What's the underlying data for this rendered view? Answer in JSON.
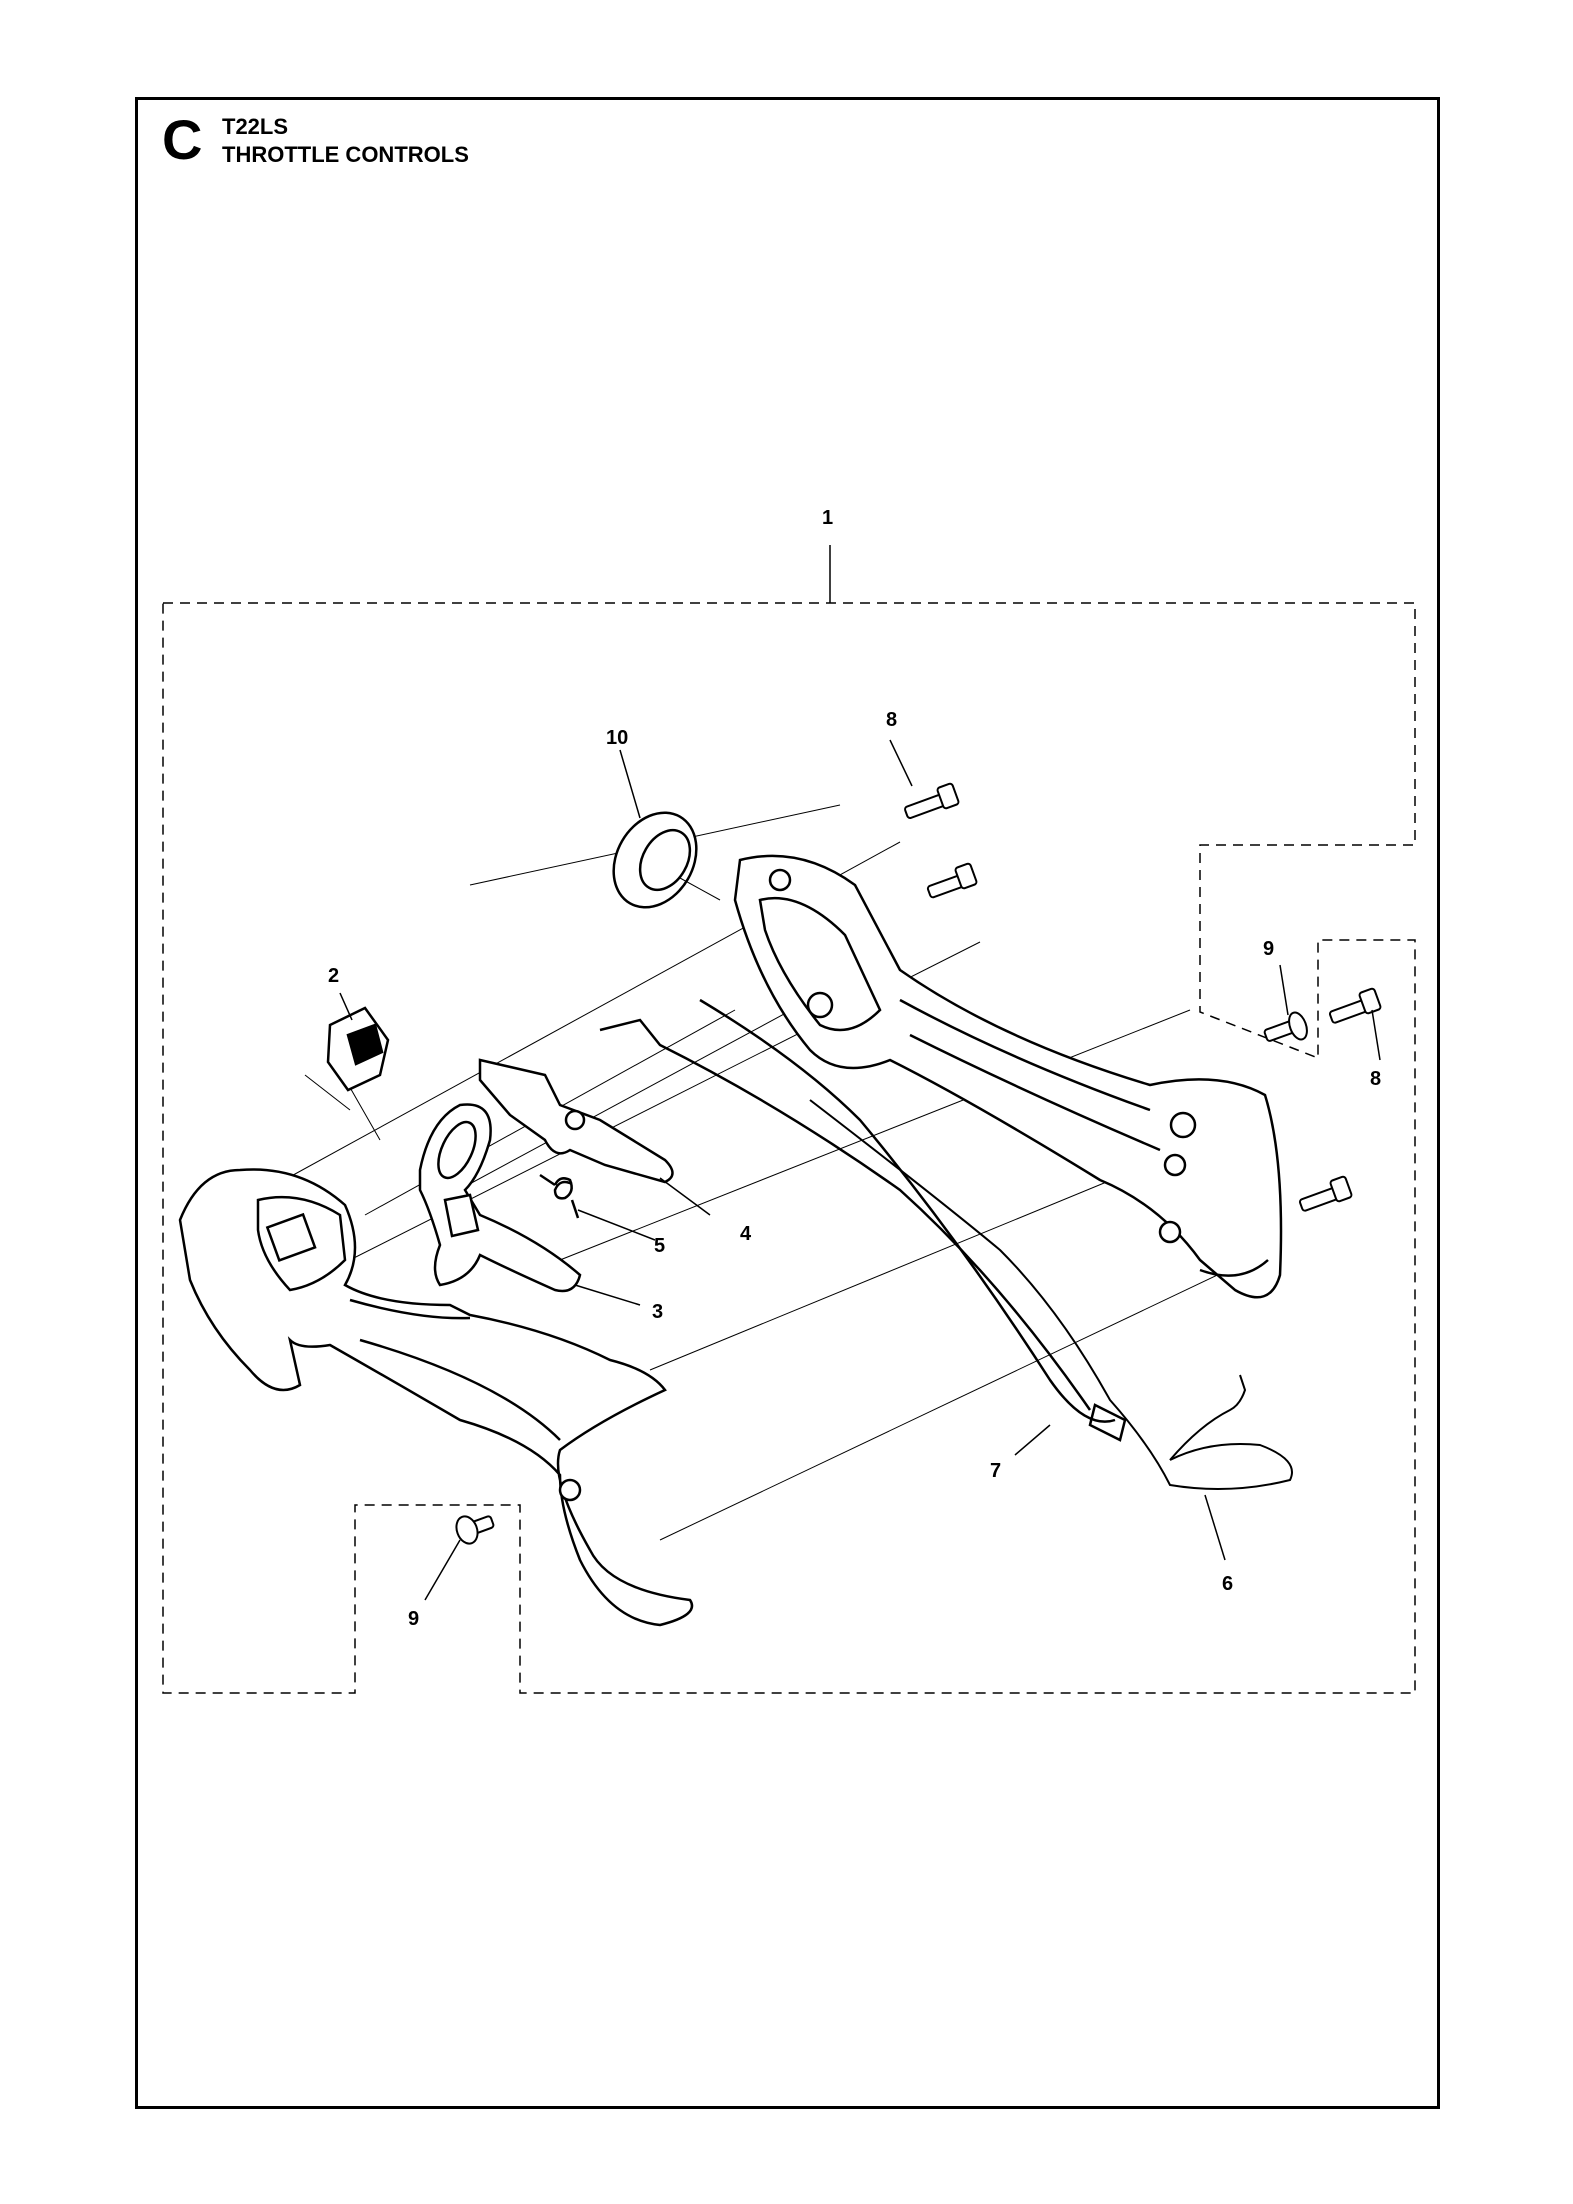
{
  "header": {
    "section_letter": "C",
    "model": "T22LS",
    "title": "THROTTLE CONTROLS"
  },
  "callouts": [
    {
      "id": "c1",
      "text": "1"
    },
    {
      "id": "c2",
      "text": "2"
    },
    {
      "id": "c3",
      "text": "3"
    },
    {
      "id": "c4",
      "text": "4"
    },
    {
      "id": "c5",
      "text": "5"
    },
    {
      "id": "c6",
      "text": "6"
    },
    {
      "id": "c7",
      "text": "7"
    },
    {
      "id": "c8a",
      "text": "8"
    },
    {
      "id": "c8b",
      "text": "8"
    },
    {
      "id": "c9a",
      "text": "9"
    },
    {
      "id": "c9b",
      "text": "9"
    },
    {
      "id": "c10",
      "text": "10"
    }
  ]
}
